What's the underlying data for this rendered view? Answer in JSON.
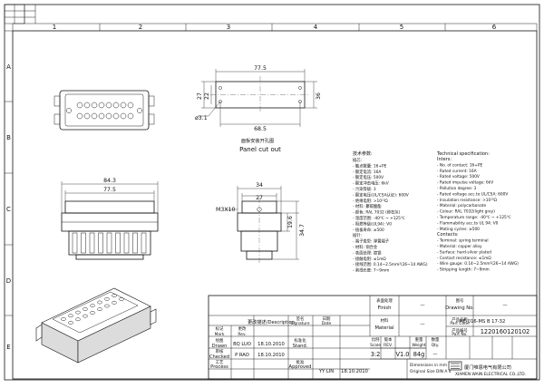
{
  "grid": {
    "cols": [
      "1",
      "2",
      "3",
      "4",
      "5",
      "6"
    ],
    "rows": [
      "A",
      "B",
      "C",
      "D",
      "E"
    ]
  },
  "dims": {
    "panel_width": "77.5",
    "panel_height_left_a": "27",
    "panel_height_left_b": "22",
    "panel_height_right": "36",
    "hole_spacing": "68.5",
    "hole_dia": "ø3.1",
    "front_width_outer": "84.3",
    "front_width_inner": "77.5",
    "side_width_a": "34",
    "side_width_b": "27",
    "side_height_a": "19.6",
    "side_height_b": "34.7",
    "screw": "M3X10"
  },
  "panel_caption_cn": "面板安装开孔图",
  "panel_caption_en": "Panel cut out",
  "spec_cn": {
    "header": "技术参数:",
    "insert_header": "插芯:",
    "contacts_header": "插针:",
    "lines": [
      "- 触点数量: 16+PE",
      "- 额定电流: 16A",
      "- 额定电压: 500V",
      "- 额定冲击电压: 6kV",
      "- 污染等级: 3",
      "- 额定电压(UL/CSA认证): 600V",
      "- 绝缘电阻: >10¹⁰Ω",
      "- 材料: 聚碳酸酯",
      "- 颜色: RAL 7032 (卵石灰)",
      "- 温度范围: -40℃ ~ +125℃",
      "- 阻燃等级(UL94): V0",
      "- 插拔寿命: ≥500"
    ],
    "contact_lines": [
      "- 端子类型: 弹簧端子",
      "- 材料: 铜合金",
      "- 表面处理: 镀银",
      "- 接触电阻: ≤1mΩ",
      "- 接线范围: 0.14~2.5mm²(26~14 AWG)",
      "- 剥线长度: 7~9mm"
    ]
  },
  "spec_en": {
    "header": "Technical specification:",
    "insert_header": "Inters:",
    "contacts_header": "Contacts:",
    "lines": [
      "- No. of contact: 16+PE",
      "- Rated current: 16A",
      "- Rated voltage: 500V",
      "- Rated impulse voltage: 6kV",
      "- Pollution degree: 3",
      "- Rated voltage acc.to UL/CSA: 600V",
      "- Insulation resistance: >10¹⁰Ω",
      "- Material: polycarbonate",
      "- Colour: RAL 7032(light grey)",
      "- Temperature range: -40℃ ~ +125℃",
      "- Flammability acc.to UL 94: V0",
      "- Mating cycles: ≥500"
    ],
    "contact_lines": [
      "- Terminal: spring terminal",
      "- Material: copper alloy",
      "- Surface: hard-silver plated",
      "- Contact resistance: ≤1mΩ",
      "- Wire gauge: 0.14~2.5mm²(26~14 AWG)",
      "- Stripping length: 7~9mm"
    ]
  },
  "title_block": {
    "finish_cn": "表面处理",
    "finish_en": "Finish",
    "finish_value": "—",
    "material_cn": "材料",
    "material_en": "Material",
    "material_value": "—",
    "drawing_no_cn": "图号",
    "drawing_no_en": "Drawing No.",
    "drawing_no_value": "—",
    "part_code_cn": "产品名称",
    "part_code_en": "Part Code",
    "part_code_value": "HE-016-MS B 17-32",
    "part_no_cn": "产品编号",
    "part_no_en": "Part No.",
    "part_no_value": "1220160120102",
    "mark_cn": "标记",
    "mark_en": "Mark",
    "rev_cn": "更改",
    "rev_en": "Rev.",
    "desc_cn": "更改描述",
    "desc_en": "Description",
    "sign_cn": "签名",
    "sign_en": "Signature",
    "date_cn": "日期",
    "date_en": "Date",
    "drawn_cn": "绘图",
    "drawn_en": "Drawn",
    "drawn_name": "BQ LUO",
    "drawn_date": "18.10.2010",
    "checked_cn": "审核",
    "checked_en": "Checked",
    "checked_name": "P RAO",
    "checked_date": "18.10.2010",
    "process_cn": "工艺",
    "process_en": "Process",
    "approved_cn": "批准",
    "approved_en": "Approved",
    "approved_name": "YY LIN",
    "approved_date": "18.10.2010",
    "standard_cn": "标准化",
    "standard_en": "Stand.",
    "scale_cn": "比例",
    "scale_en": "Scale",
    "scale_value": "3:2",
    "version_cn": "版本",
    "version_en": "REV.",
    "version_value": "V1.0",
    "weight_cn": "重量",
    "weight_en": "Weight",
    "weight_value": "84g",
    "qty_cn": "数量",
    "qty_en": "Qty.",
    "qty_value": "—",
    "dim_note_1": "Dimensions in mm",
    "dim_note_2": "Original Size DIN A 4",
    "company_cn": "厦门唯恩电气有限公司",
    "company_en": "XIAMEN WAIN ELECTRICAL CO.,LTD."
  }
}
